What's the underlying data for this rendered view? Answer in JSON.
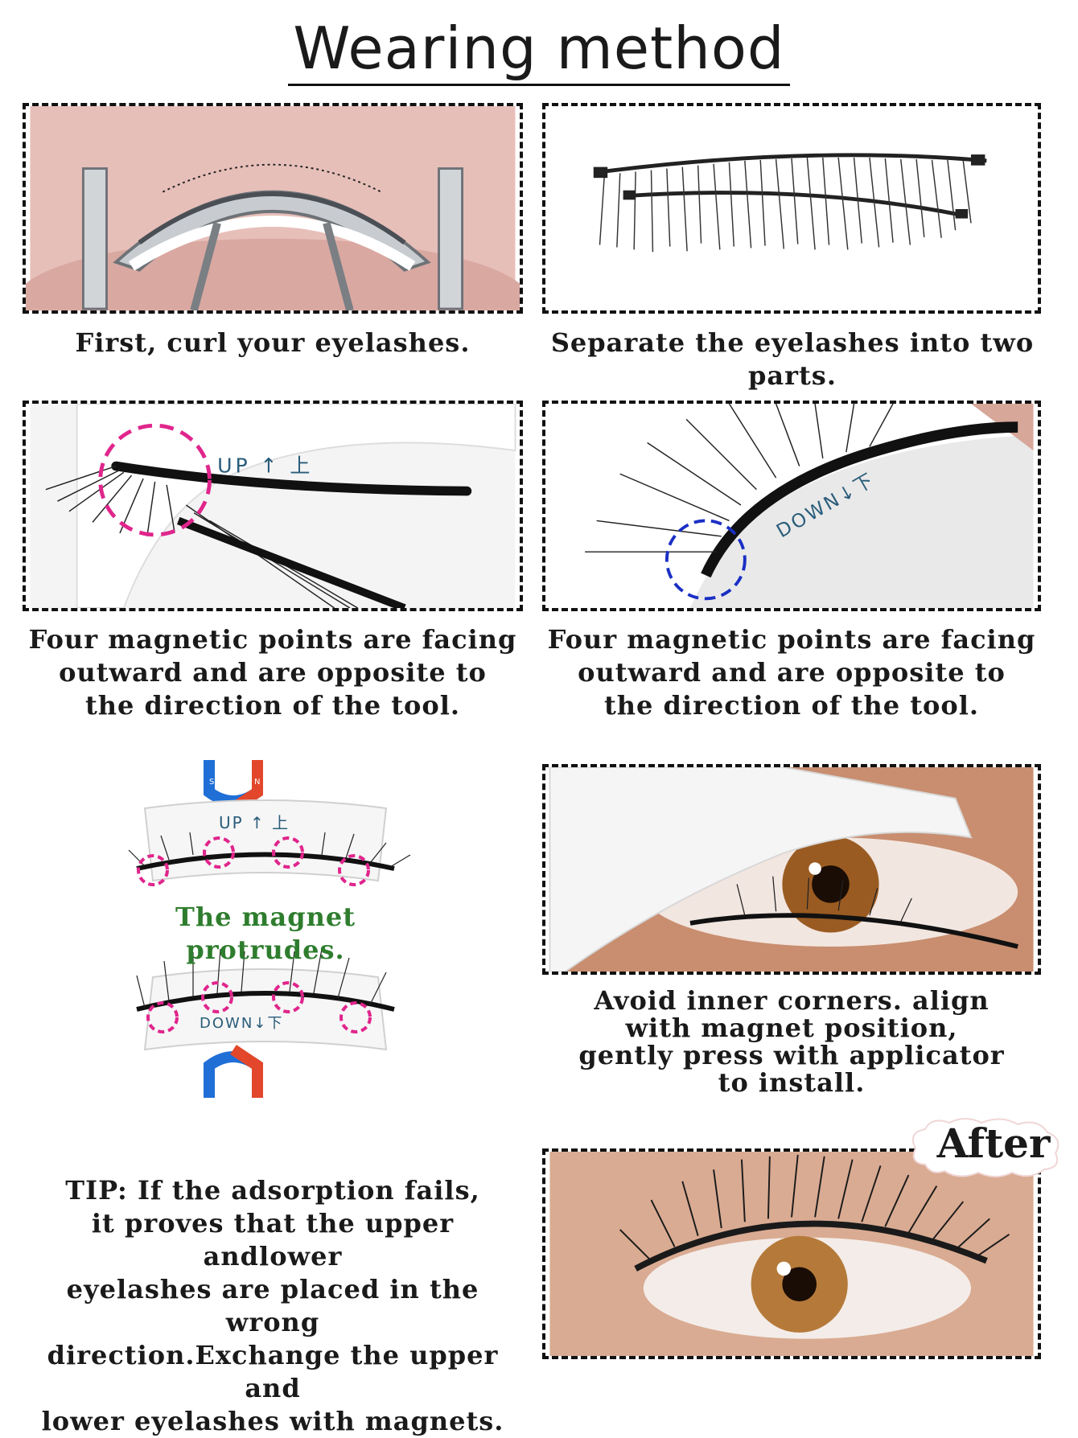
{
  "title": "Wearing method",
  "steps": {
    "curl": "First, curl your eyelashes.",
    "separate": "Separate the eyelashes into two parts.",
    "magnetic_left": "Four magnetic points are facing\noutward and are opposite to\nthe direction of the tool.",
    "magnetic_right": "Four magnetic points are facing\noutward and are opposite to\nthe direction of the tool.",
    "protrude": "The magnet protrudes.",
    "install": "Avoid inner corners. align\nwith magnet position,\ngently press with applicator\nto install.",
    "tip": "TIP: If the adsorption fails,\nit proves that the upper andlower\neyelashes are placed in the wrong\ndirection.Exchange the upper and\nlower eyelashes with magnets."
  },
  "labels": {
    "up": "UP ↑ 上",
    "down": "DOWN↓下",
    "after": "After",
    "magnet_s": "S",
    "magnet_n": "N"
  },
  "colors": {
    "highlight_pink": "#e0258c",
    "highlight_blue": "#1a2fc4",
    "caption_green": "#2e7d2e"
  }
}
